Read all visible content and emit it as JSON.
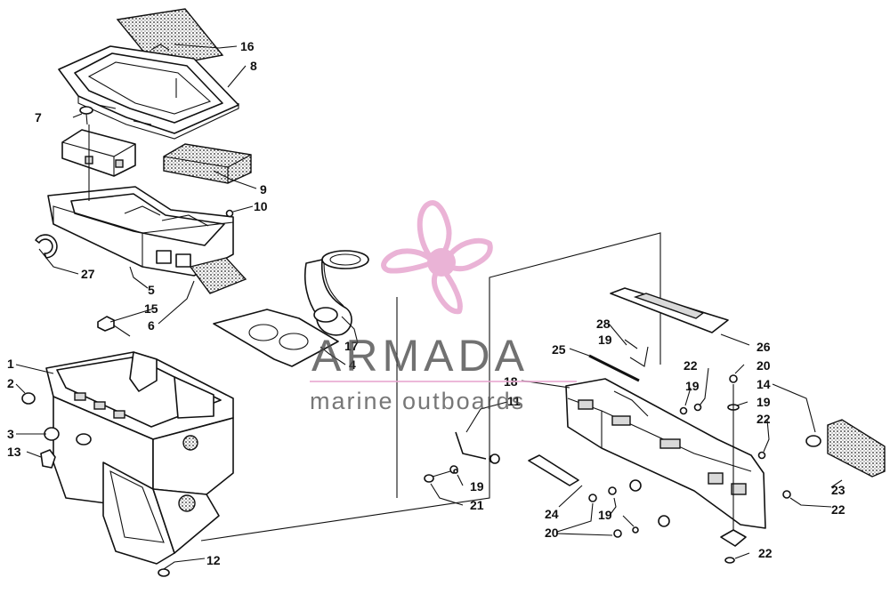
{
  "watermark": {
    "brand": "ARMADA",
    "tagline": "marine outboards",
    "logo_icon": "propeller-logo-icon",
    "logo_color": "#e7a6cf",
    "rule_color": "#e7a6cf"
  },
  "callouts": [
    {
      "id": "c16",
      "label": "16"
    },
    {
      "id": "c8",
      "label": "8"
    },
    {
      "id": "c7",
      "label": "7"
    },
    {
      "id": "c9",
      "label": "9"
    },
    {
      "id": "c10",
      "label": "10"
    },
    {
      "id": "c27",
      "label": "27"
    },
    {
      "id": "c5",
      "label": "5"
    },
    {
      "id": "c15",
      "label": "15"
    },
    {
      "id": "c6",
      "label": "6"
    },
    {
      "id": "c17",
      "label": "17"
    },
    {
      "id": "c4",
      "label": "4"
    },
    {
      "id": "c1",
      "label": "1"
    },
    {
      "id": "c2",
      "label": "2"
    },
    {
      "id": "c3",
      "label": "3"
    },
    {
      "id": "c13",
      "label": "13"
    },
    {
      "id": "c12",
      "label": "12"
    },
    {
      "id": "c26",
      "label": "26"
    },
    {
      "id": "c28",
      "label": "28"
    },
    {
      "id": "c19a",
      "label": "19"
    },
    {
      "id": "c25",
      "label": "25"
    },
    {
      "id": "c22a",
      "label": "22"
    },
    {
      "id": "c20a",
      "label": "20"
    },
    {
      "id": "c18",
      "label": "18"
    },
    {
      "id": "c19b",
      "label": "19"
    },
    {
      "id": "c14",
      "label": "14"
    },
    {
      "id": "c11",
      "label": "11"
    },
    {
      "id": "c19c",
      "label": "19"
    },
    {
      "id": "c22b",
      "label": "22"
    },
    {
      "id": "c19d",
      "label": "19"
    },
    {
      "id": "c21",
      "label": "21"
    },
    {
      "id": "c24",
      "label": "24"
    },
    {
      "id": "c19e",
      "label": "19"
    },
    {
      "id": "c20b",
      "label": "20"
    },
    {
      "id": "c23",
      "label": "23"
    },
    {
      "id": "c22c",
      "label": "22"
    },
    {
      "id": "c22d",
      "label": "22"
    }
  ]
}
